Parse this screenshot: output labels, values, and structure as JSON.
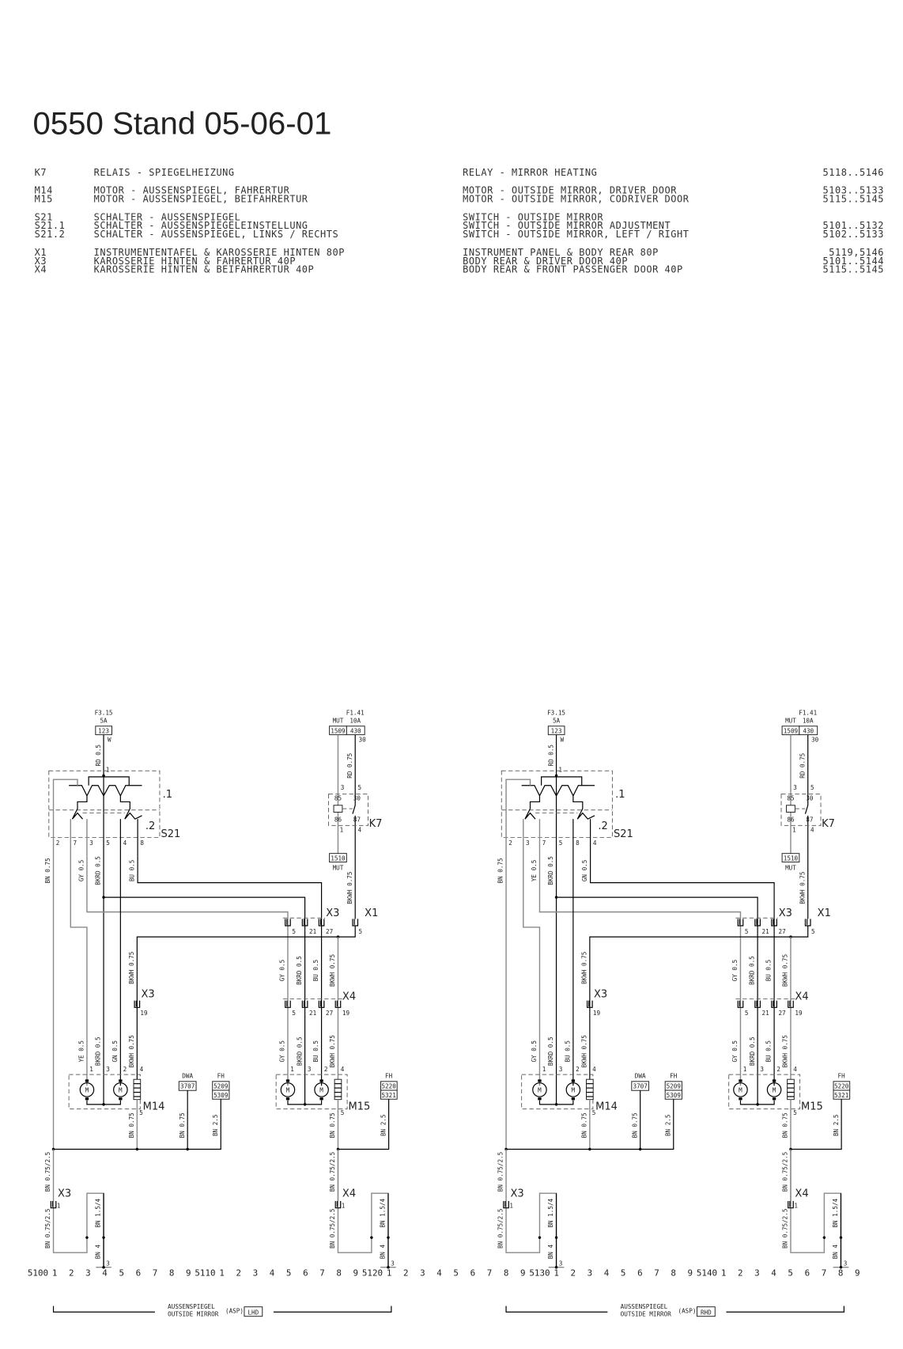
{
  "title": "0550 Stand 05-06-01",
  "legend": [
    {
      "code": "K7",
      "de": "RELAIS - SPIEGELHEIZUNG",
      "en": "RELAY - MIRROR HEATING",
      "ref": "5118..5146"
    },
    {
      "code": "M14",
      "de": "MOTOR - AUSSENSPIEGEL, FAHRERTUR",
      "en": "MOTOR - OUTSIDE MIRROR, DRIVER DOOR",
      "ref": "5103..5133"
    },
    {
      "code": "M15",
      "de": "MOTOR - AUSSENSPIEGEL, BEIFAHRERTUR",
      "en": "MOTOR - OUTSIDE MIRROR, CODRIVER DOOR",
      "ref": "5115..5145"
    },
    {
      "code": "S21",
      "de": "SCHALTER - AUSSENSPIEGEL",
      "en": "SWITCH - OUTSIDE MIRROR",
      "ref": ""
    },
    {
      "code": "S21.1",
      "de": "SCHALTER - AUSSENSPIEGELEINSTELLUNG",
      "en": "SWITCH - OUTSIDE MIRROR ADJUSTMENT",
      "ref": "5101..5132"
    },
    {
      "code": "S21.2",
      "de": "SCHALTER - AUSSENSPIEGEL, LINKS / RECHTS",
      "en": "SWITCH - OUTSIDE MIRROR, LEFT / RIGHT",
      "ref": "5102..5133"
    },
    {
      "code": "X1",
      "de": "INSTRUMENTENTAFEL & KAROSSERIE HINTEN 80P",
      "en": "INSTRUMENT PANEL & BODY REAR 80P",
      "ref": "5119,5146"
    },
    {
      "code": "X3",
      "de": "KAROSSERIE HINTEN & FAHRERTUR 40P",
      "en": "BODY REAR & DRIVER DOOR 40P",
      "ref": "5101..5144"
    },
    {
      "code": "X4",
      "de": "KAROSSERIE HINTEN & BEIFAHRERTUR 40P",
      "en": "BODY REAR & FRONT PASSENGER DOOR 40P",
      "ref": "5115..5145"
    }
  ],
  "axis": {
    "labels": [
      "5100",
      "1",
      "2",
      "3",
      "4",
      "5",
      "6",
      "7",
      "8",
      "9",
      "5110",
      "1",
      "2",
      "3",
      "4",
      "5",
      "6",
      "7",
      "8",
      "9",
      "5120",
      "1",
      "2",
      "3",
      "4",
      "5",
      "6",
      "7",
      "8",
      "9",
      "5130",
      "1",
      "2",
      "3",
      "4",
      "5",
      "6",
      "7",
      "8",
      "9",
      "5140",
      "1",
      "2",
      "3",
      "4",
      "5",
      "6",
      "7",
      "8",
      "9"
    ]
  },
  "diagrams": [
    {
      "fuse_a": {
        "name": "F3.15",
        "rating": "5A",
        "terminal": "123",
        "pin": "W",
        "wire": "RD 0.5",
        "s21_pin": "1"
      },
      "s21": {
        "label": "S21",
        "sub1": ".1",
        "sub2": ".2",
        "pins": [
          "2",
          "7",
          "3",
          "5",
          "4",
          "8"
        ],
        "wires": [
          "BN 0.75",
          "GY 0.5",
          "BKRD 0.5",
          "BU 0.5"
        ]
      },
      "fuse_b": {
        "name": "F1.41",
        "mut": "MUT",
        "rating": "10A",
        "terminals": [
          "1509",
          "430"
        ],
        "pin": "30",
        "wire": "RD 0.75"
      },
      "k7": {
        "label": "K7",
        "pins_top": [
          "3",
          "5"
        ],
        "terms_top": [
          "85",
          "30"
        ],
        "terms_bottom": [
          "86",
          "87"
        ],
        "pins_bottom": [
          "1",
          "4"
        ],
        "ground_terminal": "1510",
        "ground_label": "MUT",
        "out_wire": "BKWH 0.75"
      },
      "x1": {
        "label": "X1",
        "pin": "5"
      },
      "x3_upper": {
        "label": "X3",
        "pins": [
          "5",
          "21",
          "27"
        ]
      },
      "x3_m14": {
        "label": "X3",
        "pin": "19",
        "wire": "BKWH 0.75"
      },
      "x4": {
        "label": "X4",
        "pins": [
          "5",
          "21",
          "27",
          "19"
        ],
        "wires_above": [
          "GY 0.5",
          "BKRD 0.5",
          "BU 0.5",
          "BKWH 0.75"
        ]
      },
      "m14": {
        "label": "M14",
        "motor": "M",
        "pins": [
          "1",
          "3",
          "2",
          "4",
          "5"
        ],
        "wires": [
          "YE 0.5",
          "BKRD 0.5",
          "GN 0.5",
          "BKWH 0.75"
        ]
      },
      "m15": {
        "label": "M15",
        "motor": "M",
        "pins": [
          "1",
          "3",
          "2",
          "4",
          "5"
        ],
        "wires": [
          "GY 0.5",
          "BKRD 0.5",
          "BU 0.5",
          "BKWH 0.75"
        ]
      },
      "dwa": {
        "label": "DWA",
        "terminal": "3707"
      },
      "fh_a": {
        "label": "FH",
        "terminals": [
          "5209",
          "5309"
        ]
      },
      "fh_b": {
        "label": "FH",
        "terminals": [
          "5220",
          "5321"
        ]
      },
      "ground_wires": [
        "BN 0.75",
        "BN 0.75",
        "BN 2.5",
        "BN 0.75",
        "BN 2.5"
      ],
      "x3_ground": {
        "label": "X3",
        "pin": "1",
        "wire_above": "BN 0.75/2.5",
        "wire_below": "BN 0.75/2.5",
        "bridge": "BN 1.5/4",
        "out": "BN 4",
        "ground_pin": "3"
      },
      "x4_ground": {
        "label": "X4",
        "pin": "1",
        "wire_above": "BN 0.75/2.5",
        "wire_below": "BN 0.75/2.5",
        "bridge": "BN 1.5/4",
        "out": "BN 4",
        "ground_pin": "3"
      },
      "footer": {
        "de": "AUSSENSPIEGEL",
        "en": "OUTSIDE MIRROR",
        "abbr": "(ASP)",
        "variant": "LHD"
      }
    },
    {
      "fuse_a": {
        "name": "F3.15",
        "rating": "5A",
        "terminal": "123",
        "pin": "W",
        "wire": "RD 0.5",
        "s21_pin": "1"
      },
      "s21": {
        "label": "S21",
        "sub1": ".1",
        "sub2": ".2",
        "pins": [
          "2",
          "3",
          "7",
          "5",
          "8",
          "4"
        ],
        "wires": [
          "BN 0.75",
          "YE 0.5",
          "BKRD 0.5",
          "GN 0.5"
        ]
      },
      "fuse_b": {
        "name": "F1.41",
        "mut": "MUT",
        "rating": "10A",
        "terminals": [
          "1509",
          "430"
        ],
        "pin": "30",
        "wire": "RD 0.75"
      },
      "k7": {
        "label": "K7",
        "pins_top": [
          "3",
          "5"
        ],
        "terms_top": [
          "85",
          "30"
        ],
        "terms_bottom": [
          "86",
          "87"
        ],
        "pins_bottom": [
          "1",
          "4"
        ],
        "ground_terminal": "1510",
        "ground_label": "MUT",
        "out_wire": "BKWH 0.75"
      },
      "x1": {
        "label": "X1",
        "pin": "5"
      },
      "x3_upper": {
        "label": "X3",
        "pins": [
          "5",
          "21",
          "27"
        ]
      },
      "x3_m14": {
        "label": "X3",
        "pin": "19",
        "wire": "BKWH 0.75"
      },
      "x4": {
        "label": "X4",
        "pins": [
          "5",
          "21",
          "27",
          "19"
        ],
        "wires_above": [
          "GY 0.5",
          "BKRD 0.5",
          "BU 0.5",
          "BKWH 0.75"
        ]
      },
      "m14": {
        "label": "M14",
        "motor": "M",
        "pins": [
          "1",
          "3",
          "2",
          "4",
          "5"
        ],
        "wires": [
          "GY 0.5",
          "BKRD 0.5",
          "BU 0.5",
          "BKWH 0.75"
        ]
      },
      "m15": {
        "label": "M15",
        "motor": "M",
        "pins": [
          "1",
          "3",
          "2",
          "4",
          "5"
        ],
        "wires": [
          "GY 0.5",
          "BKRD 0.5",
          "BU 0.5",
          "BKWH 0.75"
        ]
      },
      "dwa": {
        "label": "DWA",
        "terminal": "3707"
      },
      "fh_a": {
        "label": "FH",
        "terminals": [
          "5209",
          "5309"
        ]
      },
      "fh_b": {
        "label": "FH",
        "terminals": [
          "5220",
          "5321"
        ]
      },
      "ground_wires": [
        "BN 0.75",
        "BN 0.75",
        "BN 2.5",
        "BN 0.75",
        "BN 2.5"
      ],
      "x3_ground": {
        "label": "X3",
        "pin": "1",
        "wire_above": "BN 0.75/2.5",
        "wire_below": "BN 0.75/2.5",
        "bridge": "BN 1.5/4",
        "out": "BN 4",
        "ground_pin": "3"
      },
      "x4_ground": {
        "label": "X4",
        "pin": "1",
        "wire_above": "BN 0.75/2.5",
        "wire_below": "BN 0.75/2.5",
        "bridge": "BN 1.5/4",
        "out": "BN 4",
        "ground_pin": "3"
      },
      "footer": {
        "de": "AUSSENSPIEGEL",
        "en": "OUTSIDE MIRROR",
        "abbr": "(ASP)",
        "variant": "RHD"
      }
    }
  ]
}
